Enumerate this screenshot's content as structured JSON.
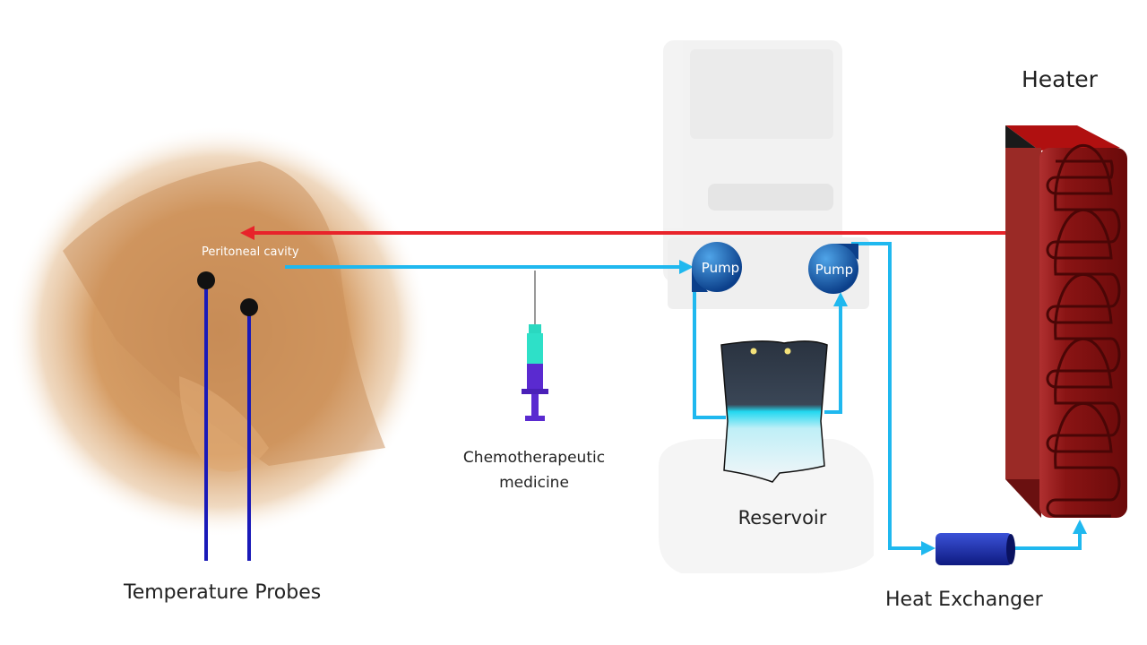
{
  "title": "HIPEC circuit diagram",
  "labels": {
    "heater": "Heater",
    "peritoneal_cavity": "Peritoneal cavity",
    "chemo_line1": "Chemotherapeutic",
    "chemo_line2": "medicine",
    "reservoir": "Reservoir",
    "temperature_probes": "Temperature Probes",
    "heat_exchanger": "Heat Exchanger",
    "pump1": "Pump",
    "pump2": "Pump"
  },
  "colors": {
    "hot_line": "#e8232a",
    "cold_line": "#1fb8ef",
    "probe": "#1a1ab8",
    "heater": "#8e1010",
    "pump": "#1660b0"
  }
}
